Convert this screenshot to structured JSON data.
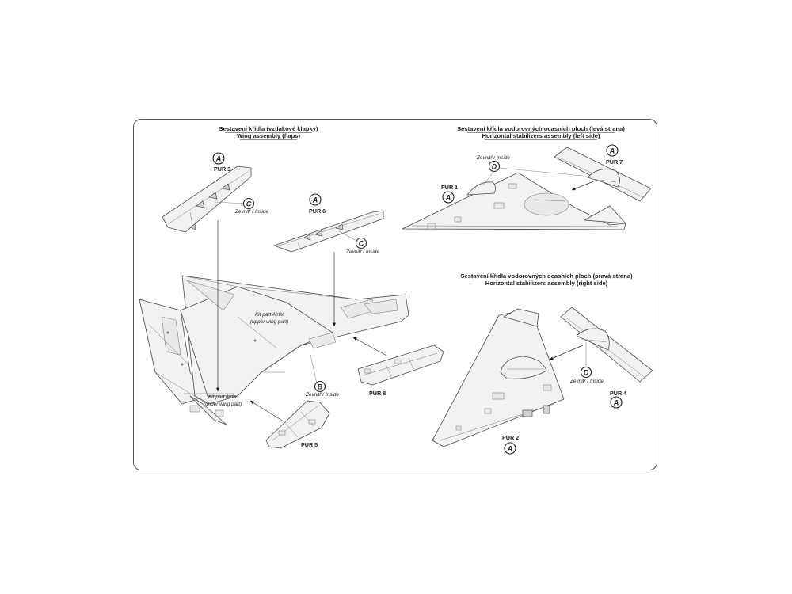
{
  "sections": {
    "wing_flaps": {
      "title_cz": "Sestavení křídla (vztlakové klapky)",
      "title_en": "Wing assembly (flaps)"
    },
    "stab_left": {
      "title_cz": "Sestavení křídla vodorovných ocasních ploch (levá strana)",
      "title_en": "Horizontal stabilizers assembly (left side)"
    },
    "stab_right": {
      "title_cz": "Sestavení křídla vodorovných ocasních ploch (pravá strana)",
      "title_en": "Horizontal stabilizers assembly (right side)"
    }
  },
  "parts": {
    "pur3": "PUR 3",
    "pur6": "PUR 6",
    "pur1": "PUR 1",
    "pur7": "PUR 7",
    "pur8": "PUR 8",
    "pur5": "PUR 5",
    "pur2": "PUR 2",
    "pur4": "PUR 4"
  },
  "markers": {
    "a": "A",
    "b": "B",
    "c": "C",
    "d": "D"
  },
  "notes": {
    "inside": "Zevnitř /  Inside",
    "kit_upper_1": "Kit part Airfix",
    "kit_upper_2": "(upper wing part)",
    "kit_under_1": "Kit part Airfix",
    "kit_under_2": "(under wing part)"
  }
}
